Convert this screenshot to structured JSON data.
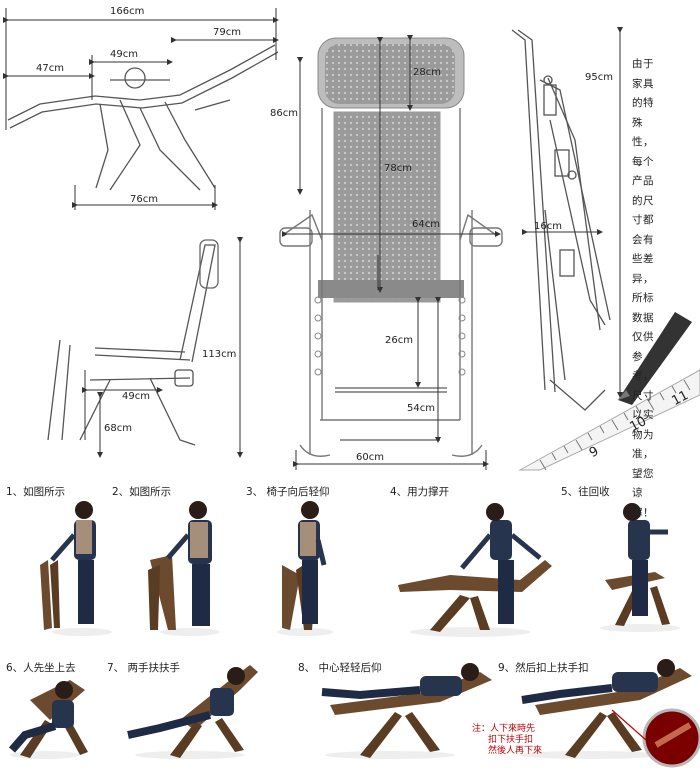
{
  "dimensions": {
    "side_recline": {
      "total_length": "166cm",
      "back_length": "79cm",
      "seat_length": "49cm",
      "foot_length": "47cm",
      "height": "86cm",
      "base_length": "76cm"
    },
    "front": {
      "headrest": "28cm",
      "back": "78cm",
      "armrest_width": "64cm",
      "seat_to_arm": "26cm",
      "seat_height": "54cm",
      "base_width": "60cm"
    },
    "side_upright": {
      "height": "113cm",
      "seat_depth": "49cm",
      "leg_height": "68cm"
    },
    "folded": {
      "length": "95cm",
      "thickness": "16cm"
    }
  },
  "ruler_numbers": [
    "9",
    "10",
    "11"
  ],
  "note": "由于家具的特殊性，每个产品的尺寸都会有些差异，所标数据仅供参考，尺寸以实物为准，望您谅解！",
  "steps": [
    "1、如图所示",
    "2、如图所示",
    "3、 椅子向后轻仰",
    "4、用力撑开",
    "5、往回收",
    "6、人先坐上去",
    "7、 两手扶扶手",
    "8、 中心轻轻后仰",
    "9、然后扣上扶手扣"
  ],
  "warning": {
    "line1": "注：人下來時先",
    "line2": "扣下扶手扣",
    "line3": "然後人再下來"
  }
}
